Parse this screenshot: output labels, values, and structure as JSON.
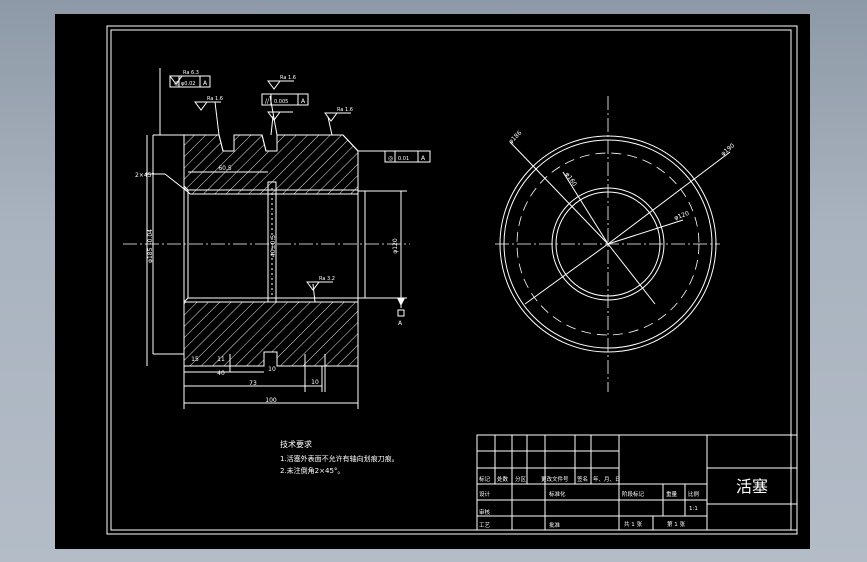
{
  "title_block": {
    "part_name": "活塞",
    "row_labels": [
      "标记",
      "处数",
      "分区",
      "更改文件号",
      "签名",
      "年、月、日"
    ],
    "designer_label": "设计",
    "standardization_label": "标准化",
    "review_label": "审核",
    "process_label": "工艺",
    "approve_label": "批准",
    "stage_mark_label": "阶段标记",
    "weight_label": "重量",
    "scale_label": "比例",
    "scale_value": "1:1",
    "sheets_total_label": "共 1 张",
    "sheet_no_label": "第 1 张"
  },
  "notes": {
    "heading": "技术要求",
    "items": [
      "1.活塞外表面不允许有轴向划痕刀痕。",
      "2.未注倒角2×45°。"
    ]
  },
  "front_view": {
    "dimensions": [
      "100",
      "73",
      "40",
      "15",
      "11",
      "10",
      "10",
      "60.5",
      "40±0.5",
      "φ185_-0.04",
      "φ120"
    ],
    "chamfer": "2×45°",
    "roughness": [
      "Ra 6.3",
      "Ra 1.6",
      "Ra 1.6",
      "Ra 1.6",
      "Ra 3.2"
    ],
    "tolerance_frames": [
      {
        "symbol": "◎",
        "value": "φ0.02",
        "datum": "A"
      },
      {
        "symbol": "//",
        "value": "0.005",
        "datum": "A"
      },
      {
        "symbol": "◎",
        "value": "0.01",
        "datum": "A"
      }
    ],
    "datum_label": "A"
  },
  "side_view": {
    "dimensions": [
      "φ186",
      "φ190",
      "φ160",
      "φ120"
    ]
  },
  "colors": {
    "background": "#000000",
    "lines": "#ffffff",
    "window": "#a9b3bf"
  }
}
